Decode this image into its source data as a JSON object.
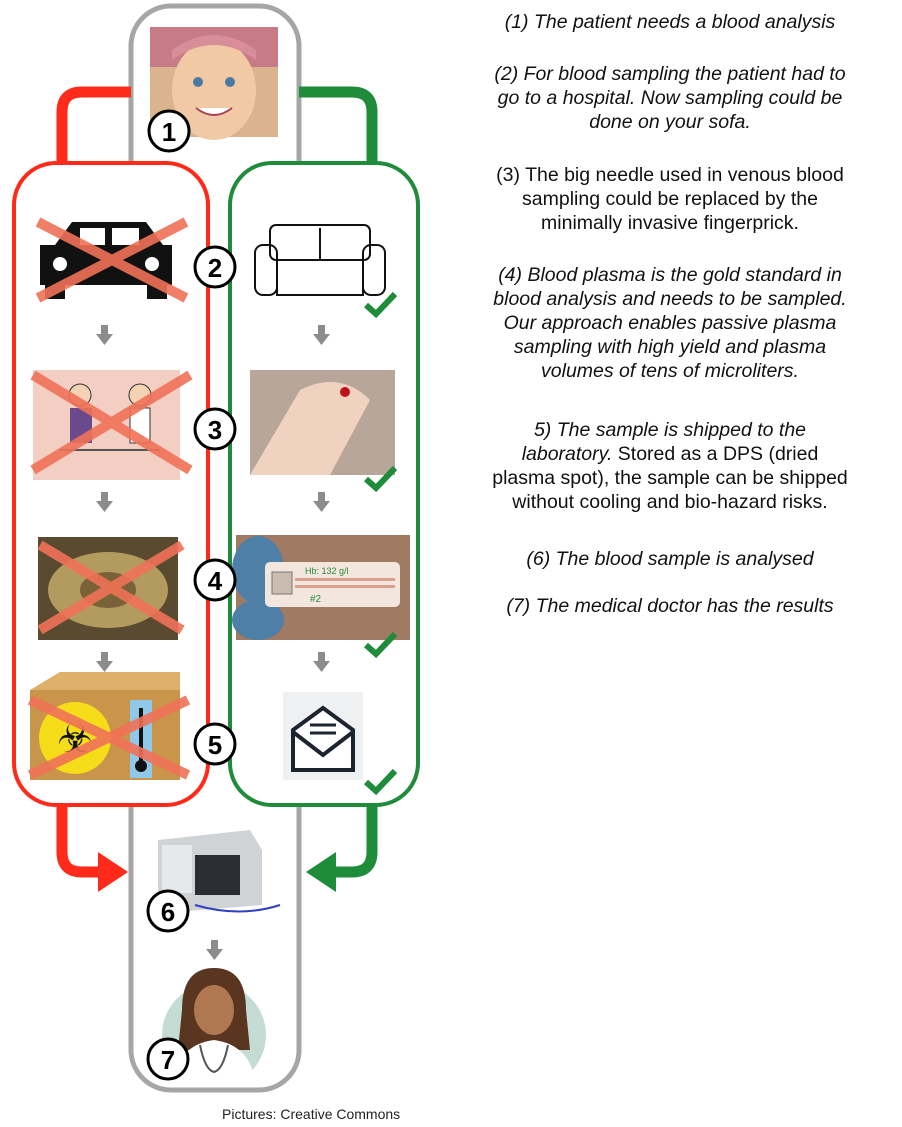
{
  "steps": [
    "1",
    "2",
    "3",
    "4",
    "5",
    "6",
    "7"
  ],
  "strip_label": {
    "line1": "Hb: 132 g/l",
    "line2": "#2"
  },
  "descriptions": {
    "p1": [
      "(1) The patient needs a blood analysis"
    ],
    "p2": [
      "(2) For blood sampling the patient had to",
      "go to a hospital. Now sampling could be",
      "done on your sofa."
    ],
    "p3": [
      "(3) The big needle used in venous blood",
      "sampling could be replaced by the",
      "minimally invasive fingerprick."
    ],
    "p4": [
      "(4) Blood plasma is the gold standard in",
      "blood analysis and needs to be sampled.",
      "Our approach enables passive plasma",
      "sampling with high yield and plasma",
      "volumes of tens of microliters."
    ],
    "p5": {
      "l1": "5) The sample is shipped to the",
      "l2_italic": "laboratory.",
      "l2_normal": " Stored as a DPS (dried",
      "l3": "plasma spot), the sample can be shipped",
      "l4": "without cooling and bio-hazard risks."
    },
    "p6": [
      "(6) The blood sample is analysed"
    ],
    "p7": [
      "(7) The medical doctor has the results"
    ]
  },
  "caption": "Pictures: Creative Commons",
  "colors": {
    "old_path": "#ff2a1a",
    "new_path": "#1e8c3a",
    "main_loop": "#a6a6a6",
    "cross": "#f07258",
    "arrow": "#8c8c8c"
  }
}
